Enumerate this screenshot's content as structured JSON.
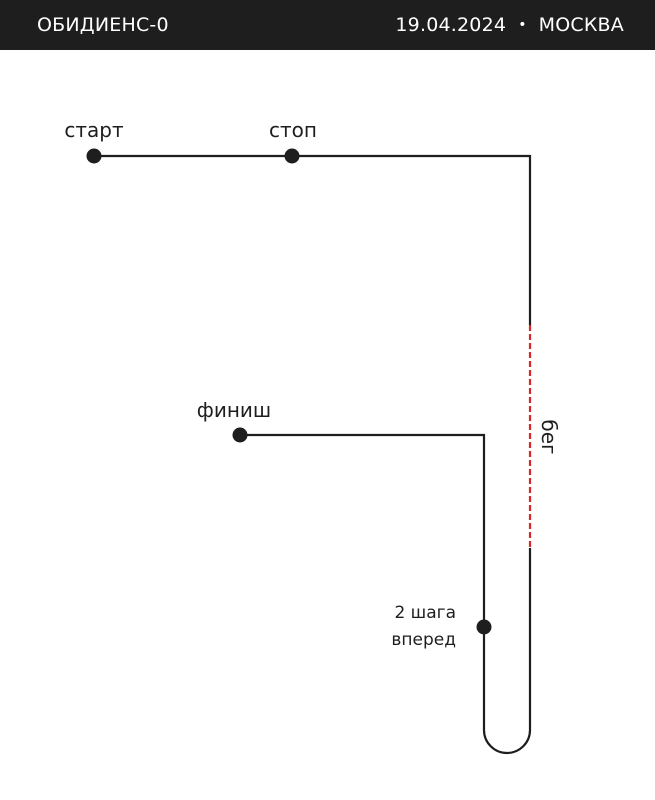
{
  "header": {
    "title": "ОБИДИЕНС-0",
    "date": "19.04.2024",
    "separator": "•",
    "city": "МОСКВА"
  },
  "diagram": {
    "labels": {
      "start": "старт",
      "stop": "стоп",
      "finish": "финиш",
      "run": "бег",
      "steps_line1": "2 шага",
      "steps_line2": "вперед"
    },
    "colors": {
      "line": "#1e1e1e",
      "run_segment": "#d62828",
      "header_bg": "#1e1e1e",
      "background": "#ffffff"
    }
  }
}
